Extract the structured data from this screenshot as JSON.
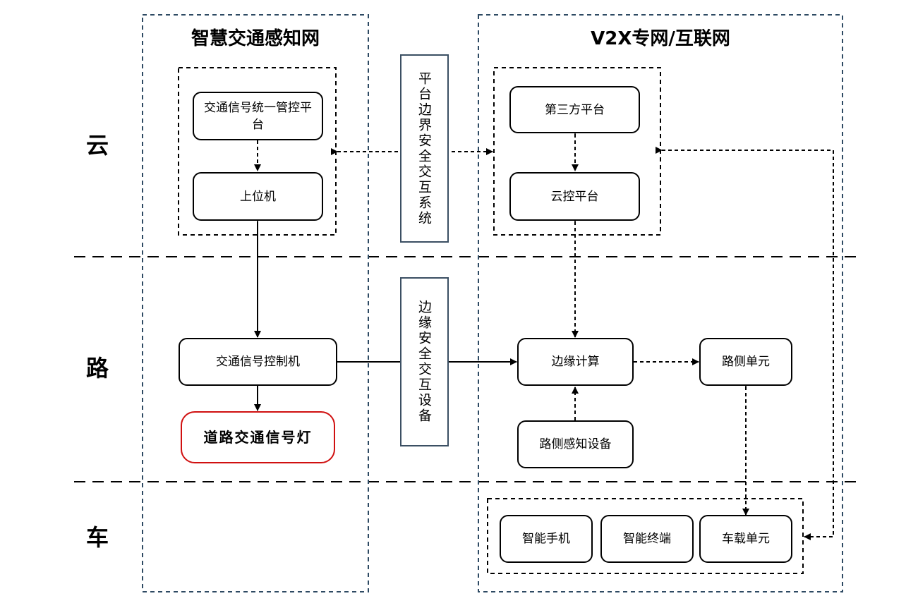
{
  "left_region": {
    "title": "智慧交通感知网"
  },
  "right_region": {
    "title": "V2X专网/互联网"
  },
  "rows": {
    "cloud": "云",
    "road": "路",
    "vehicle": "车"
  },
  "nodes": {
    "signal_platform": "交通信号统一管控平台",
    "host": "上位机",
    "signal_controller": "交通信号控制机",
    "traffic_light": "道路交通信号灯",
    "third_party": "第三方平台",
    "cloud_control": "云控平台",
    "edge_compute": "边缘计算",
    "roadside_unit": "路侧单元",
    "roadside_sensor": "路侧感知设备",
    "smartphone": "智能手机",
    "smart_terminal": "智能终端",
    "obu": "车载单元"
  },
  "gateways": {
    "platform_boundary": "平台边界安全交互系统",
    "edge_security": "边缘安全交互设备"
  },
  "colors": {
    "highlight": "#d01010",
    "gateway_border": "#3b4f63"
  }
}
